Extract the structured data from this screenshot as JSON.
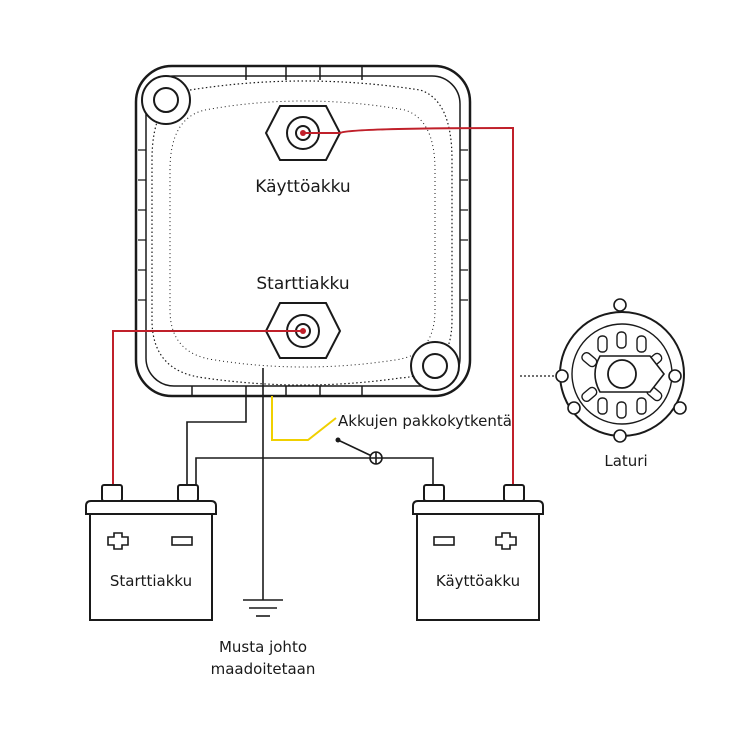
{
  "relay": {
    "top_terminal_label": "Käyttöakku",
    "bottom_terminal_label": "Starttiakku"
  },
  "batteries": {
    "left_label": "Starttiakku",
    "right_label": "Käyttöakku"
  },
  "switch_label": "Akkujen pakkokytkentä",
  "alternator_label": "Laturi",
  "ground_label_line1": "Musta johto",
  "ground_label_line2": "maadoitetaan",
  "colors": {
    "positive_wire": "#c0202a",
    "switch_wire": "#f0d000",
    "outline": "#1a1a1a"
  }
}
